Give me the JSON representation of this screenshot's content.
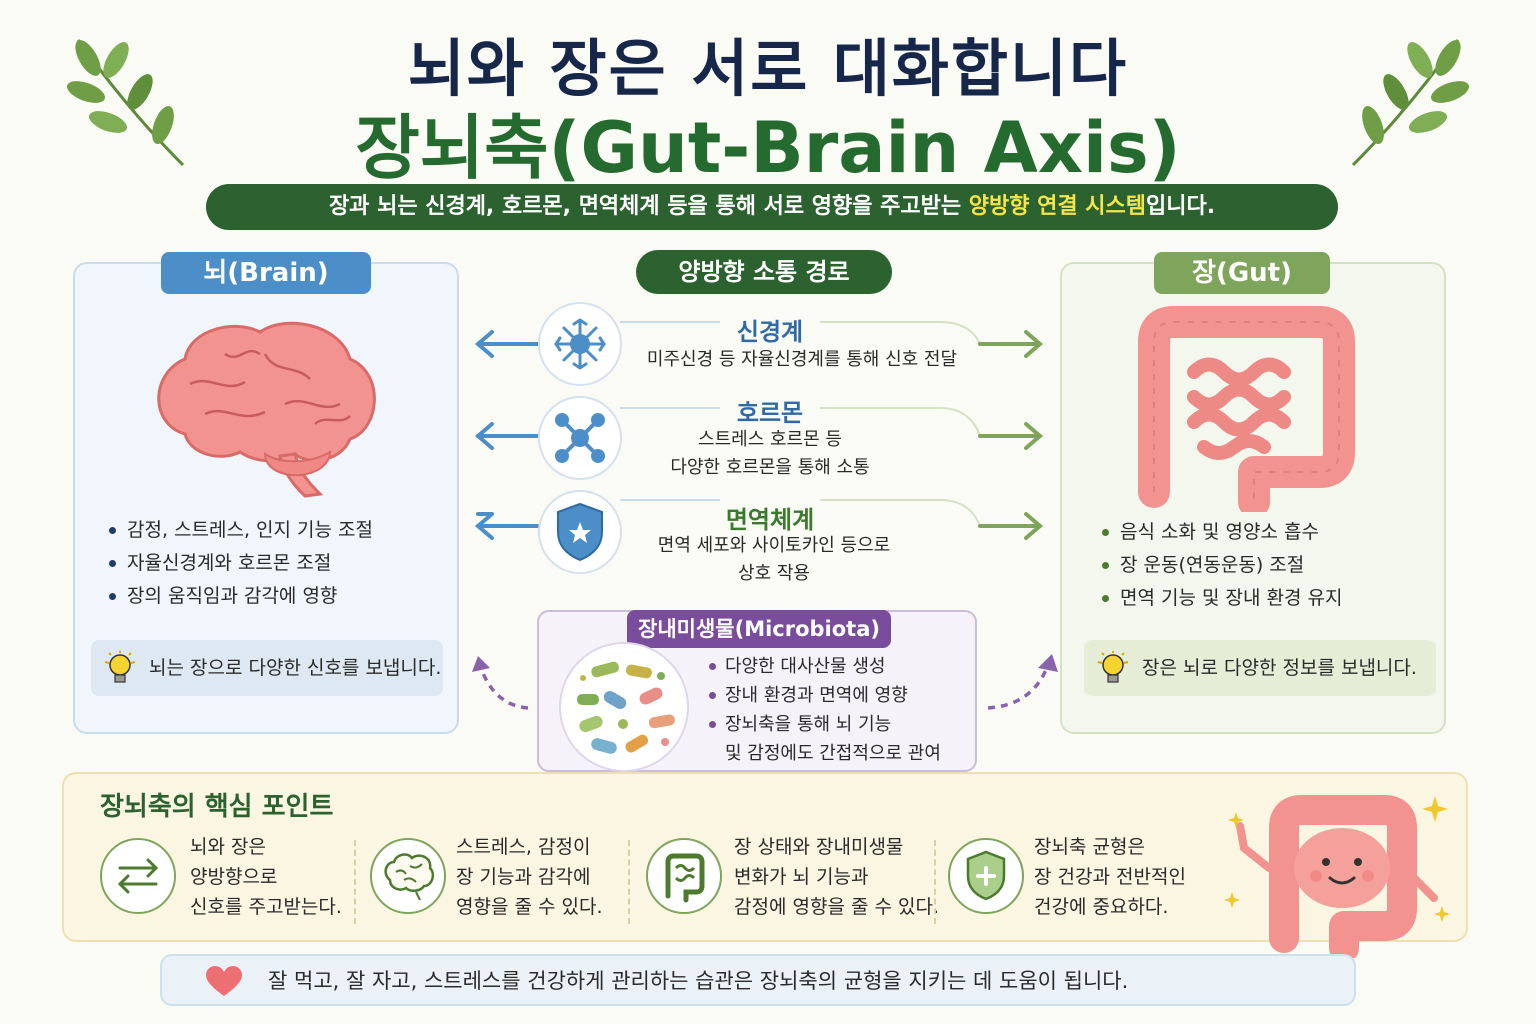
{
  "header": {
    "title": "뇌와 장은 서로 대화합니다",
    "main_title": "장뇌축(Gut-Brain Axis)",
    "subtitle_pre": "장과 뇌는 신경계, 호르몬, 면역체계 등을 통해 서로 영향을 주고받는 ",
    "subtitle_highlight": "양방향 연결 시스템",
    "subtitle_post": "입니다."
  },
  "brain": {
    "tag": "뇌(Brain)",
    "bullets": [
      "감정, 스트레스, 인지 기능 조절",
      "자율신경계와 호르몬 조절",
      "장의 움직임과 감각에 영향"
    ],
    "tip": "뇌는 장으로 다양한 신호를 보냅니다."
  },
  "gut": {
    "tag": "장(Gut)",
    "bullets": [
      "음식 소화 및 영양소 흡수",
      "장 운동(연동운동) 조절",
      "면역 기능 및 장내 환경 유지"
    ],
    "tip": "장은 뇌로 다양한 정보를 보냅니다."
  },
  "center": {
    "tag": "양방향 소통 경로",
    "routes": [
      {
        "title": "신경계",
        "desc1": "미주신경 등 자율신경계를 통해 신호 전달",
        "desc2": "",
        "color": "#2f6aa6",
        "icon": "neuron-icon"
      },
      {
        "title": "호르몬",
        "desc1": "스트레스 호르몬 등",
        "desc2": "다양한 호르몬을 통해 소통",
        "color": "#2f6aa6",
        "icon": "molecule-icon"
      },
      {
        "title": "면역체계",
        "desc1": "면역 세포와 사이토카인 등으로",
        "desc2": "상호 작용",
        "color": "#3b7a2e",
        "icon": "shield-icon"
      }
    ]
  },
  "microbiota": {
    "tag": "장내미생물(Microbiota)",
    "items": [
      "다양한 대사산물 생성",
      "장내 환경과 면역에 영향",
      "장뇌축을 통해 뇌 기능",
      "및 감정에도 간접적으로 관여"
    ]
  },
  "points": {
    "title": "장뇌축의 핵심 포인트",
    "items": [
      {
        "lines": [
          "뇌와 장은",
          "양방향으로",
          "신호를 주고받는다."
        ],
        "icon": "two-way-arrows-icon"
      },
      {
        "lines": [
          "스트레스, 감정이",
          "장 기능과 감각에",
          "영향을 줄 수 있다."
        ],
        "icon": "brain-icon"
      },
      {
        "lines": [
          "장 상태와 장내미생물",
          "변화가 뇌 기능과",
          "감정에 영향을 줄 수 있다."
        ],
        "icon": "intestine-icon"
      },
      {
        "lines": [
          "장뇌축 균형은",
          "장 건강과 전반적인",
          "건강에 중요하다."
        ],
        "icon": "shield-plus-icon"
      }
    ]
  },
  "footer": {
    "text": "잘 먹고, 잘 자고, 스트레스를 건강하게 관리하는 습관은 장뇌축의 균형을 지키는 데 도움이 됩니다."
  },
  "colors": {
    "dark_green": "#2c6130",
    "brain_blue": "#4c8fc8",
    "gut_green": "#7ea55b",
    "micro_purple": "#7a4d9c",
    "organ_pink": "#f2938f"
  }
}
